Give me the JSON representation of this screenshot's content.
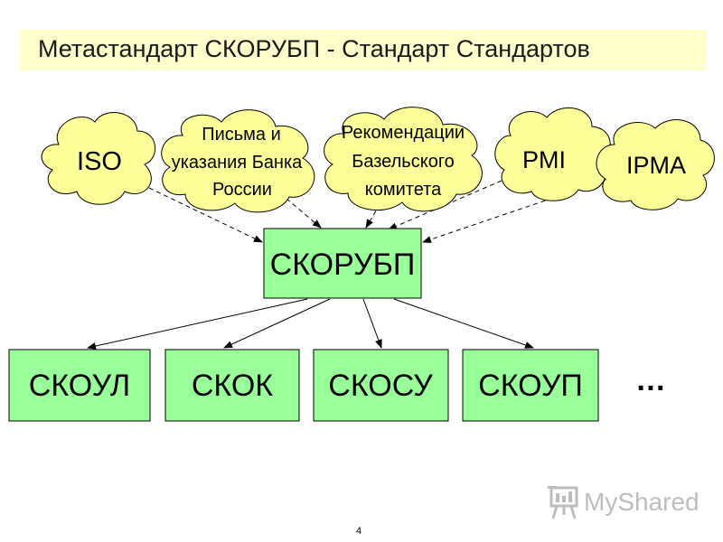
{
  "title": "Метастандарт СКОРУБП - Стандарт Стандартов",
  "sources": [
    {
      "id": "iso",
      "lines": [
        "ISO"
      ]
    },
    {
      "id": "bank",
      "lines": [
        "Письма и",
        "указания Банка",
        "России"
      ]
    },
    {
      "id": "basel",
      "lines": [
        "Рекомендации",
        "Базельского",
        "комитета"
      ]
    },
    {
      "id": "pmi",
      "lines": [
        "PMI"
      ]
    },
    {
      "id": "ipma",
      "lines": [
        "IPMA"
      ]
    }
  ],
  "center": {
    "label": "СКОРУБП"
  },
  "children": [
    {
      "label": "СКОУЛ"
    },
    {
      "label": "СКОК"
    },
    {
      "label": "СКОСУ"
    },
    {
      "label": "СКОУП"
    }
  ],
  "more": "…",
  "page_number": "4",
  "watermark": "MyShared",
  "colors": {
    "box_fill": "#99ff99",
    "cloud_fill": "#ffff99",
    "title_bg": "#ffffcc",
    "watermark": "#bdbdbd"
  },
  "icons": [
    "presentation-board-icon"
  ]
}
